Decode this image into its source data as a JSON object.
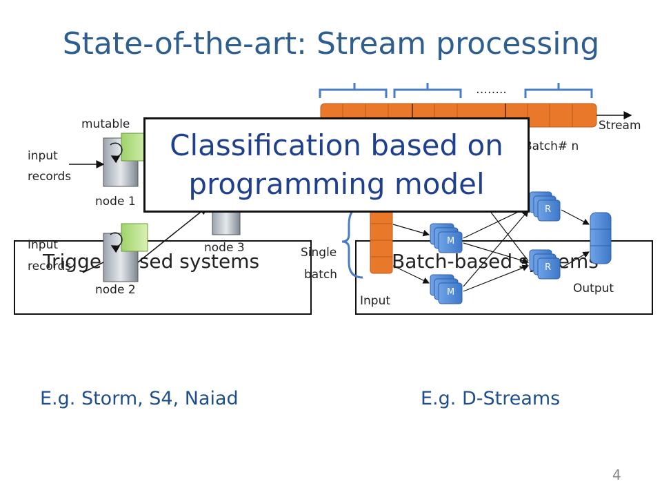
{
  "slide": {
    "title": "State-of-the-art: Stream processing",
    "page_number": "4"
  },
  "left_panel": {
    "box_label": "Trigger-based systems",
    "mutable_label": "mutable",
    "input_records_1": [
      "input",
      "records"
    ],
    "input_records_2": [
      "Input",
      "records"
    ],
    "nodes": [
      "node 1",
      "node 2",
      "node 3"
    ],
    "example": "E.g.  Storm, S4, Naiad"
  },
  "right_panel": {
    "box_label": "Batch-based systems",
    "stream_label": "Stream",
    "batch_label": "Batch# n",
    "dots": "……..",
    "single_batch": [
      "Single",
      "batch"
    ],
    "input_label": "Input",
    "output_label": "Output",
    "mapper_label": "M",
    "reducer_label": "R",
    "example": "E.g.  D-Streams"
  },
  "overlay": {
    "line1": "Classification based on",
    "line2": "programming model"
  },
  "colors": {
    "title": "#2e5d8f",
    "overlay_text": "#1f3f8f",
    "stream_cell": "#e9782b",
    "node_blue": "#4a86d4"
  }
}
